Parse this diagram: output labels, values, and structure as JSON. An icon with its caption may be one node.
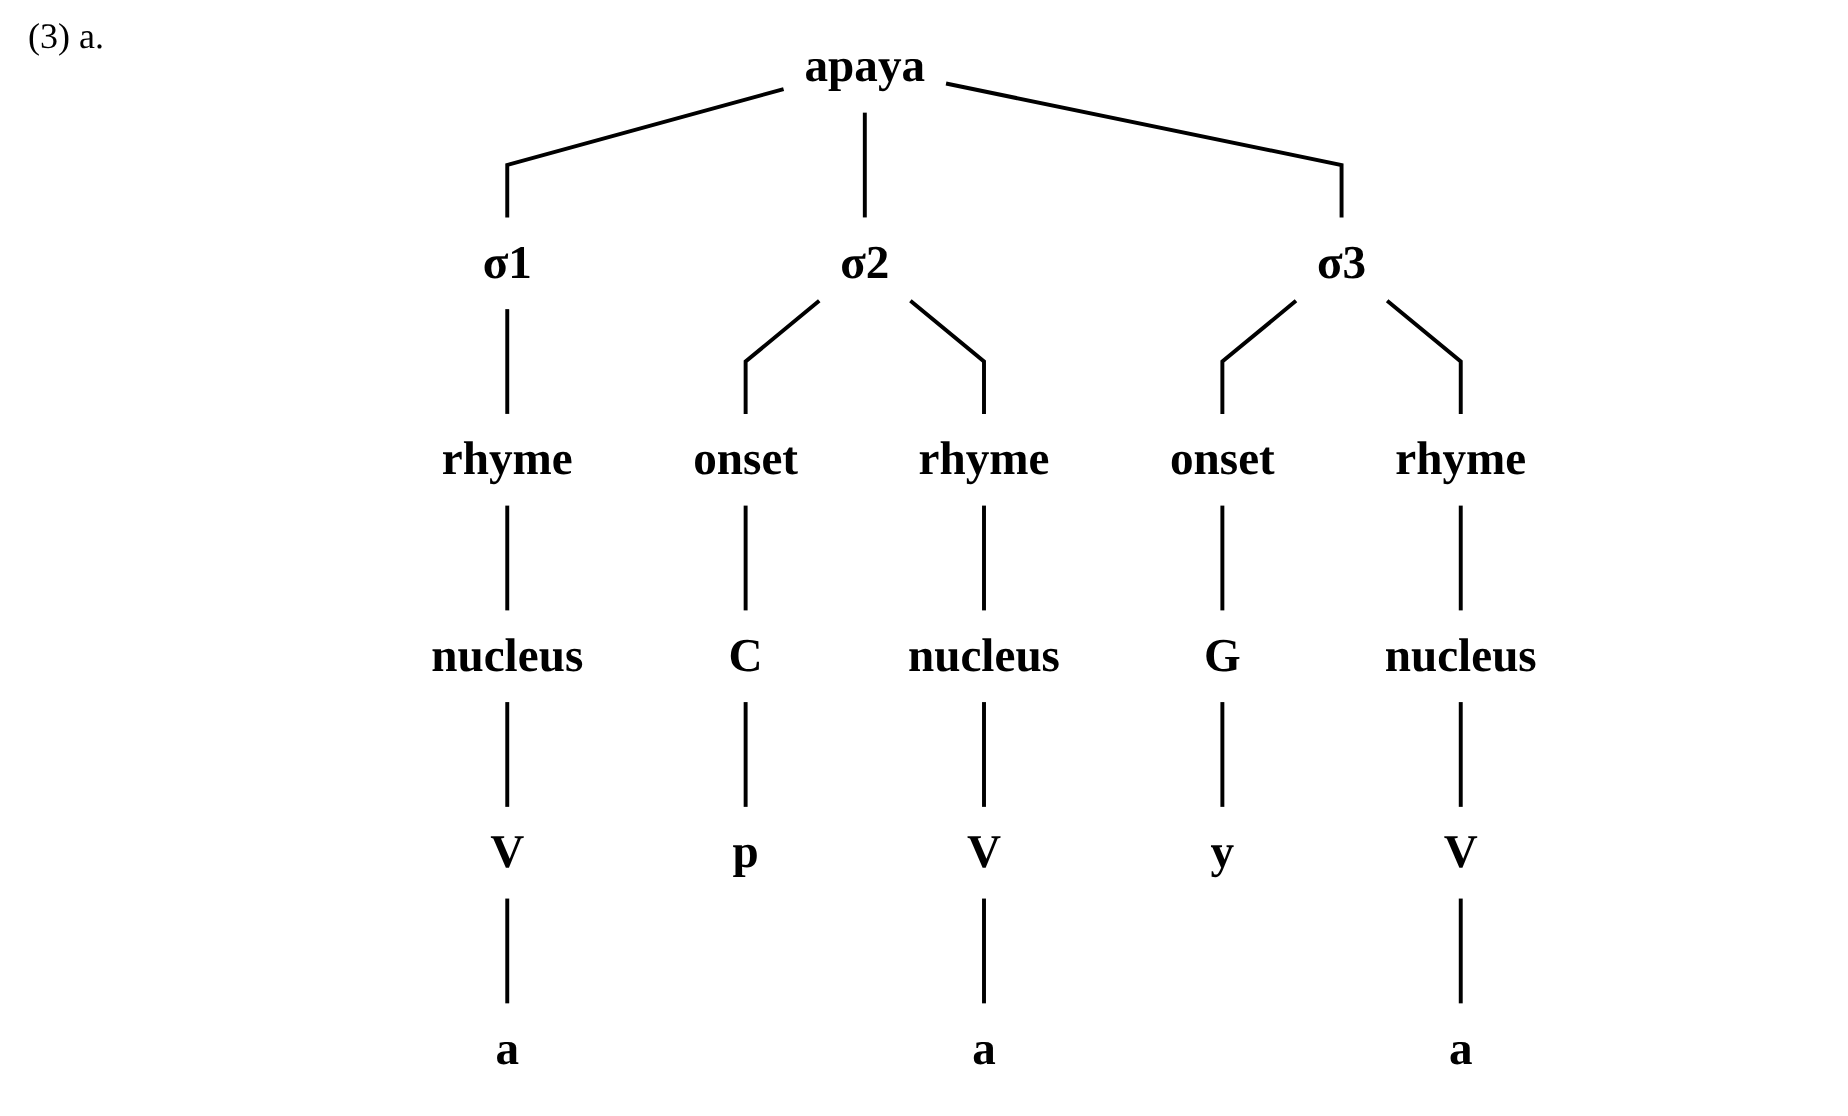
{
  "diagram": {
    "nodes": [
      {
        "text": [
          "apaya"
        ]
      },
      {
        "text": [
          "σ1"
        ]
      },
      {
        "text": [
          "σ2"
        ]
      },
      {
        "text": [
          "σ3"
        ]
      },
      {
        "text": [
          "rhyme"
        ]
      },
      {
        "text": [
          "onset"
        ]
      },
      {
        "text": [
          "rhyme"
        ]
      },
      {
        "text": [
          "onset"
        ]
      },
      {
        "text": [
          "rhyme"
        ]
      },
      {
        "text": [
          "nucleus"
        ]
      },
      {
        "text": [
          "nucleus"
        ]
      },
      {
        "text": [
          "nucleus"
        ]
      },
      {
        "text": [
          "V"
        ]
      },
      {
        "text": [
          "C"
        ]
      },
      {
        "text": [
          "V"
        ]
      },
      {
        "text": [
          "G"
        ]
      },
      {
        "text": [
          "V"
        ]
      },
      {
        "text": [
          "a"
        ]
      },
      {
        "text": [
          "p"
        ]
      },
      {
        "text": [
          "a"
        ]
      },
      {
        "text": [
          "y"
        ]
      },
      {
        "text": [
          "a"
        ]
      }
    ],
    "edges": [
      {
        "from": 0,
        "to": 1,
        "arrow": "none"
      },
      {
        "from": 0,
        "to": 2,
        "arrow": "none"
      },
      {
        "from": 0,
        "to": 3,
        "arrow": "none"
      },
      {
        "from": 1,
        "to": 4,
        "arrow": "none"
      },
      {
        "from": 2,
        "to": 5,
        "arrow": "none"
      },
      {
        "from": 2,
        "to": 6,
        "arrow": "none"
      },
      {
        "from": 3,
        "to": 7,
        "arrow": "none"
      },
      {
        "from": 3,
        "to": 8,
        "arrow": "none"
      },
      {
        "from": 4,
        "to": 9,
        "arrow": "none"
      },
      {
        "from": 6,
        "to": 10,
        "arrow": "none"
      },
      {
        "from": 8,
        "to": 11,
        "arrow": "none"
      },
      {
        "from": 9,
        "to": 12,
        "arrow": "none"
      },
      {
        "from": 5,
        "to": 13,
        "arrow": "none"
      },
      {
        "from": 10,
        "to": 14,
        "arrow": "none"
      },
      {
        "from": 7,
        "to": 15,
        "arrow": "none"
      },
      {
        "from": 11,
        "to": 16,
        "arrow": "none"
      },
      {
        "from": 12,
        "to": 17,
        "arrow": "none"
      },
      {
        "from": 13,
        "to": 18,
        "arrow": "none"
      },
      {
        "from": 14,
        "to": 19,
        "arrow": "none"
      },
      {
        "from": 15,
        "to": 20,
        "arrow": "none"
      },
      {
        "from": 16,
        "to": 21,
        "arrow": "none"
      }
    ],
    "labels": [
      "(3) a."
    ]
  }
}
